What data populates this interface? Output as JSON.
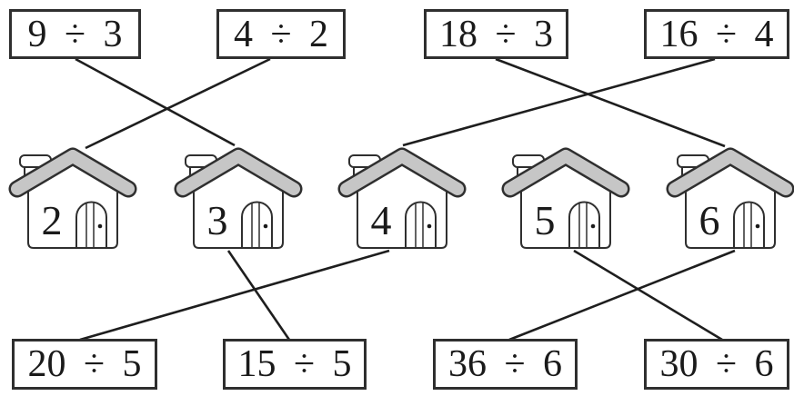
{
  "top_problems": [
    {
      "label": "9 ÷ 3",
      "answer": 3
    },
    {
      "label": "4 ÷ 2",
      "answer": 2
    },
    {
      "label": "18 ÷ 3",
      "answer": 6
    },
    {
      "label": "16 ÷ 4",
      "answer": 4
    }
  ],
  "houses": [
    "2",
    "3",
    "4",
    "5",
    "6"
  ],
  "bottom_problems": [
    {
      "label": "20 ÷ 5",
      "answer": 4
    },
    {
      "label": "15 ÷ 5",
      "answer": 3
    },
    {
      "label": "36 ÷ 6",
      "answer": 6
    },
    {
      "label": "30 ÷ 6",
      "answer": 5
    }
  ],
  "connections": [
    {
      "from": "9 ÷ 3",
      "to_house": 3
    },
    {
      "from": "4 ÷ 2",
      "to_house": 2
    },
    {
      "from": "18 ÷ 3",
      "to_house": 6
    },
    {
      "from": "16 ÷ 4",
      "to_house": 4
    },
    {
      "from": "20 ÷ 5",
      "to_house": 4
    },
    {
      "from": "15 ÷ 5",
      "to_house": 3
    },
    {
      "from": "36 ÷ 6",
      "to_house": 6
    },
    {
      "from": "30 ÷ 6",
      "to_house": 5
    }
  ],
  "colors": {
    "roof_fill": "#c6c6c6",
    "outline": "#2f2f2f",
    "connector": "#1e1e1e",
    "box_background": "#ffffff",
    "text": "#1a1a1a"
  }
}
